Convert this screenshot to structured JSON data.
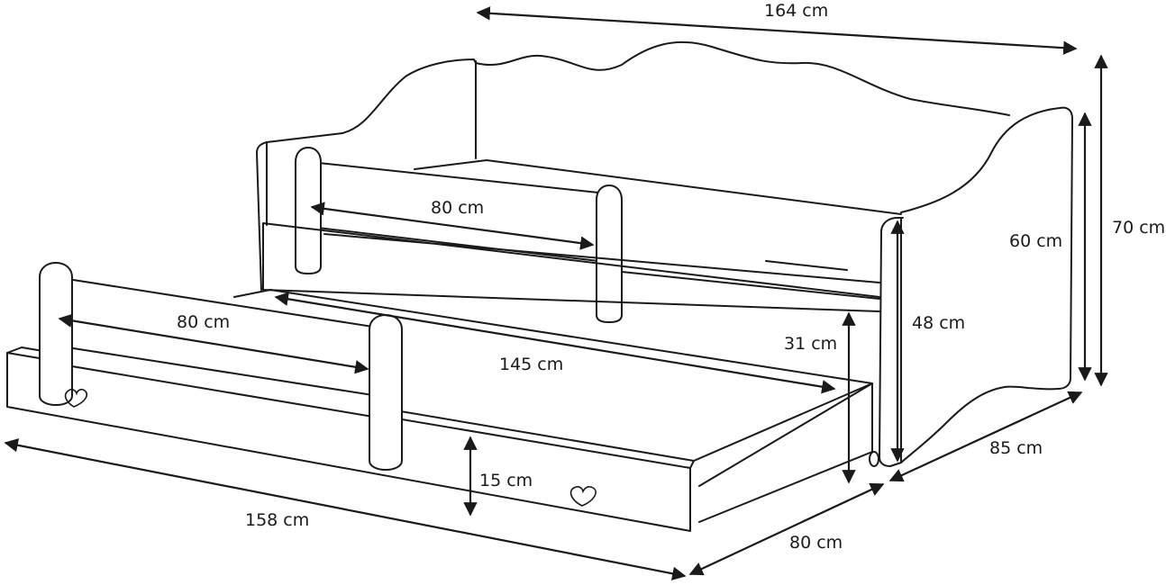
{
  "dimensions": {
    "total_length": "164 cm",
    "total_height": "70 cm",
    "side_height": "60 cm",
    "front_panel_height": "48 cm",
    "drawer_depth_inner": "31 cm",
    "drawer_front_height": "15 cm",
    "bed_depth": "85 cm",
    "drawer_width": "80 cm",
    "drawer_length": "158 cm",
    "mattress_length": "145 cm",
    "upper_rail_length": "80 cm",
    "lower_rail_length": "80 cm"
  },
  "colors": {
    "line": "#1a1a1a",
    "background": "#ffffff"
  }
}
